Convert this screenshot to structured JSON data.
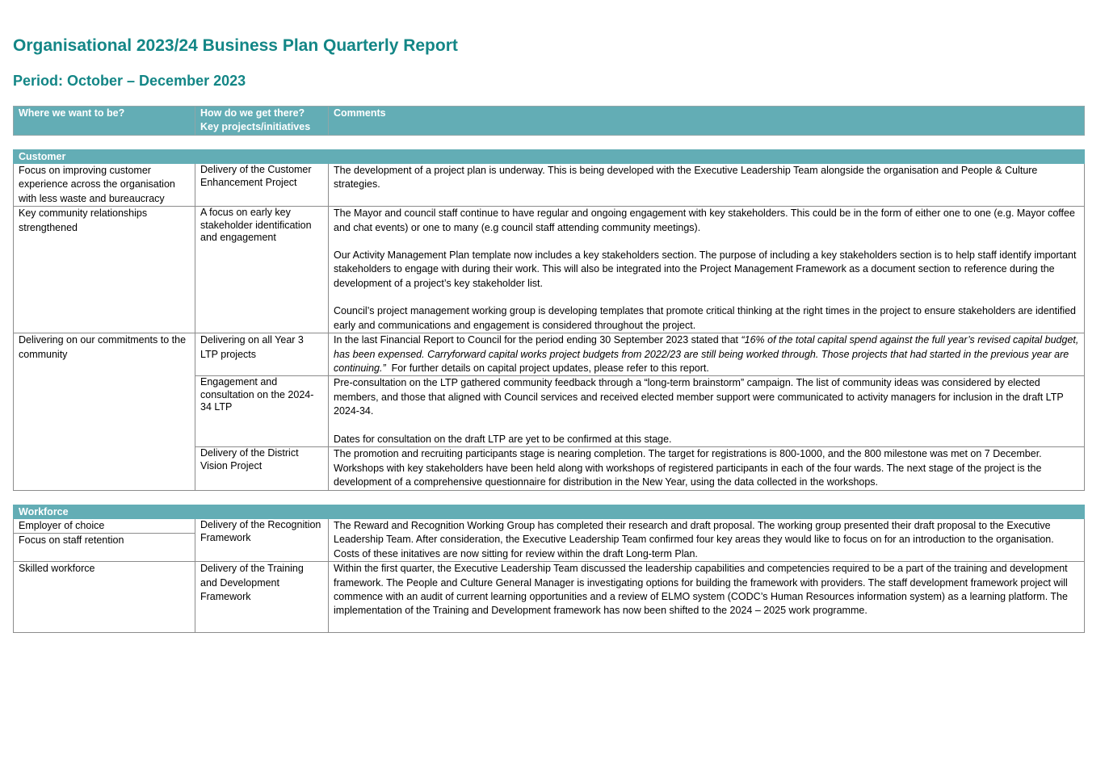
{
  "report": {
    "title": "Organisational 2023/24 Business Plan Quarterly Report",
    "period": "Period:  October – December 2023"
  },
  "table_header": {
    "col1": "Where we want to be?",
    "col2_line1": "How do we get there?",
    "col2_line2": "Key projects/initiatives",
    "col3": "Comments"
  },
  "customer": {
    "section_label": "Customer",
    "rows": [
      {
        "where": "Focus on improving customer experience across the organisation with less waste and bureaucracy",
        "how": "Delivery of the Customer Enhancement Project",
        "comments": [
          "The development of a project plan is underway. This is being developed with the Executive Leadership Team alongside the organisation and People & Culture strategies."
        ]
      },
      {
        "where": "Key community relationships strengthened",
        "how": "A focus on early key stakeholder identification and engagement",
        "comments": [
          "The Mayor and council staff continue to have regular and ongoing engagement with key stakeholders. This could be in the form of either one to one (e.g. Mayor coffee and chat events) or one to many (e.g council staff attending community meetings).",
          "Our Activity Management Plan template now includes a key stakeholders section. The purpose of including a key stakeholders section is to help staff identify important stakeholders to engage with during their work. This will also be integrated into the Project Management Framework as a document section to reference during the development of a project’s key stakeholder list.",
          "Council’s project management working group is developing templates that promote critical thinking at the right times in the project to ensure stakeholders are identified early and communications and engagement is considered throughout the project."
        ]
      },
      {
        "where": "Delivering on our commitments to the community",
        "sub": [
          {
            "how": "Delivering on all Year 3 LTP projects",
            "comment_pre": "In the last Financial Report to Council for the period ending 30 September 2023 stated that ",
            "comment_quote": "“16% of the total capital spend against the full year’s revised capital budget, has been expensed. Carryforward capital works project budgets from 2022/23 are still being worked through. Those projects that had started in the previous year are continuing.”",
            "comment_post": "  For further details on capital project updates, please refer to this report."
          },
          {
            "how": "Engagement and consultation on the 2024-34 LTP",
            "comments": [
              "Pre-consultation on the LTP gathered community feedback through a “long-term brainstorm” campaign. The list of community ideas was considered by elected members, and those that aligned with Council services and received elected member support were communicated to activity managers for inclusion in the draft LTP 2024-34.",
              "Dates for consultation on the draft LTP are yet to be confirmed at this stage."
            ]
          },
          {
            "how": "Delivery of the District Vision Project",
            "comments": [
              "The promotion and recruiting participants stage is nearing completion. The target for registrations is 800-1000, and the 800 milestone was met on 7 December.  Workshops with key stakeholders have been held along with workshops of registered participants in each of the four wards. The next stage of the project is the development of a comprehensive questionnaire for distribution in the New Year, using the data collected in the workshops."
            ]
          }
        ]
      }
    ]
  },
  "workforce": {
    "section_label": "Workforce",
    "rows": [
      {
        "where_1": "Employer of choice",
        "where_2": "Focus on staff retention",
        "how": "Delivery of the Recognition Framework",
        "comments": [
          "The Reward and Recognition Working Group has completed their research and draft proposal. The working group presented their draft proposal to the Executive Leadership Team. After consideration, the Executive Leadership Team confirmed four key areas they would like to focus on for an introduction to the organisation. Costs of these initatives are now sitting for review within the draft Long-term Plan."
        ]
      },
      {
        "where": "Skilled workforce",
        "how": "Delivery of the Training and Development Framework",
        "comments": [
          "Within the first quarter, the Executive Leadership Team discussed the leadership capabilities and competencies required to be a part of the training and development framework. The People and Culture General Manager is investigating options for building the framework with providers. The staff development framework project will commence with an audit of current learning opportunities and a review of ELMO system (CODC’s Human Resources information system) as a learning platform. The implementation of the Training and Development framework has now been shifted to the 2024 – 2025 work programme."
        ]
      }
    ]
  }
}
